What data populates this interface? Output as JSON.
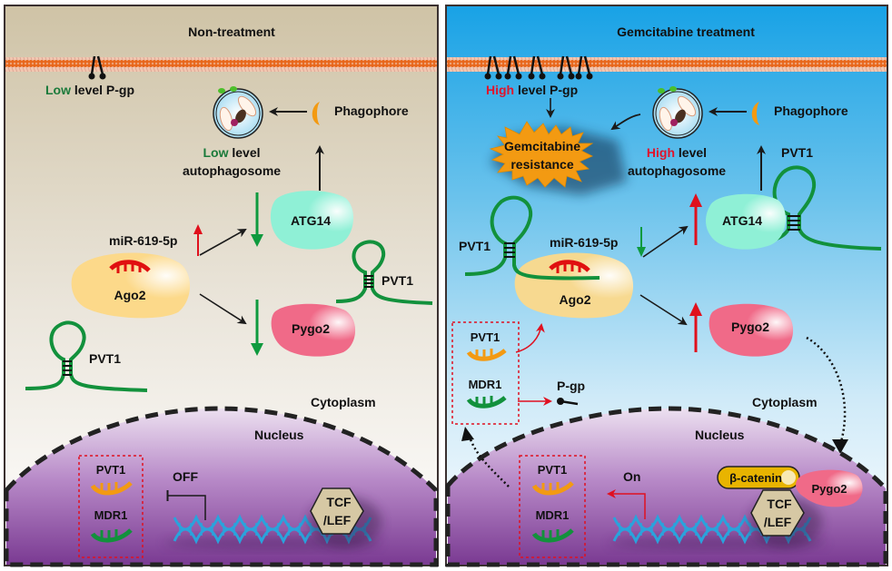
{
  "panels": {
    "left": {
      "title": "Non-treatment",
      "pgp_level_word": "Low",
      "pgp_level_rest": " level P-gp",
      "autophagosome_level_word": "Low",
      "autophagosome_level_rest": " level",
      "autophagosome_label": "autophagosome",
      "phagophore_label": "Phagophore",
      "atg14_label": "ATG14",
      "mirna_label": "miR-619-5p",
      "ago2_label": "Ago2",
      "pygo2_label": "Pygo2",
      "pvt1_label_a": "PVT1",
      "pvt1_label_b": "PVT1",
      "cytoplasm_label": "Cytoplasm",
      "nucleus_label": "Nucleus",
      "box_pvt1_label": "PVT1",
      "box_mdr1_label": "MDR1",
      "transcription_state": "OFF",
      "tcf_line1": "TCF",
      "tcf_line2": "/LEF",
      "mirna_direction": "up",
      "atg14_direction": "down",
      "pygo2_direction": "down"
    },
    "right": {
      "title": "Gemcitabine treatment",
      "pgp_level_word": "High",
      "pgp_level_rest": " level P-gp",
      "resistance_line1": "Gemcitabine",
      "resistance_line2": "resistance",
      "autophagosome_level_word": "High",
      "autophagosome_level_rest": " level",
      "autophagosome_label": "autophagosome",
      "phagophore_label": "Phagophore",
      "atg14_label": "ATG14",
      "mirna_label": "miR-619-5p",
      "ago2_label": "Ago2",
      "pygo2_label": "Pygo2",
      "pvt1_label_a": "PVT1",
      "pvt1_label_b": "PVT1",
      "box_pvt1_label": "PVT1",
      "box_mdr1_label": "MDR1",
      "pgp_product_label": "P-gp",
      "cytoplasm_label": "Cytoplasm",
      "nucleus_label": "Nucleus",
      "nuc_box_pvt1_label": "PVT1",
      "nuc_box_mdr1_label": "MDR1",
      "transcription_state": "On",
      "beta_catenin_label": "β-catenin",
      "nuc_pygo2_label": "Pygo2",
      "tcf_line1": "TCF",
      "tcf_line2": "/LEF",
      "mirna_direction": "down",
      "atg14_direction": "up",
      "pygo2_direction": "up"
    }
  },
  "colors": {
    "low": "#1a7a3a",
    "high": "#e0142c",
    "up_arrow": "#e0101c",
    "down_arrow": "#0e9a3e",
    "rna_green": "#12913c",
    "mirna_red": "#e01010",
    "pvt1_orange": "#f39a12",
    "atg14": "#8ff0d6",
    "ago2": "#fcd98a",
    "pygo2": "#f06a88",
    "membrane": "#e8661a",
    "dna": "#2aa3dc",
    "tcf": "#d6c8a4",
    "beta_catenin": "#e8b400"
  }
}
